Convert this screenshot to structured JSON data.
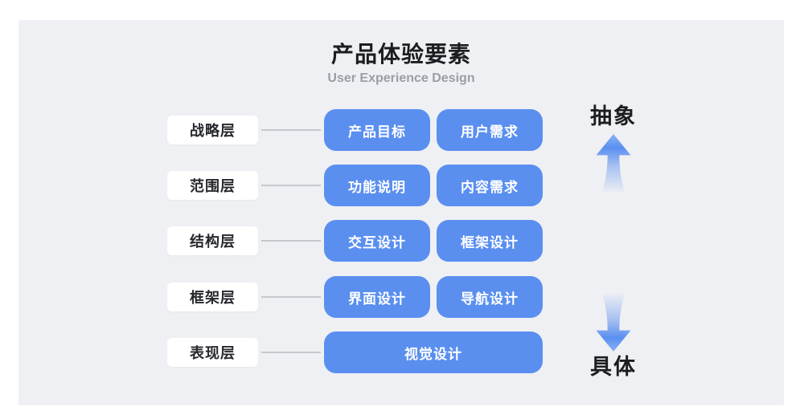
{
  "title": "产品体验要素",
  "subtitle": "User Experience Design",
  "colors": {
    "background": "#ffffff",
    "panel": "#eff0f3",
    "primary": "#5a8ff0",
    "line": "#c5c8cd",
    "text_dark": "#1b1d21",
    "text_subtitle": "#9b9ea3",
    "box_text": "#ffffff",
    "label_text": "#26282d"
  },
  "rows": [
    {
      "layer": "战略层",
      "items": [
        "产品目标",
        "用户需求"
      ]
    },
    {
      "layer": "范围层",
      "items": [
        "功能说明",
        "内容需求"
      ]
    },
    {
      "layer": "结构层",
      "items": [
        "交互设计",
        "框架设计"
      ]
    },
    {
      "layer": "框架层",
      "items": [
        "界面设计",
        "导航设计"
      ]
    },
    {
      "layer": "表现层",
      "items": [
        "视觉设计"
      ]
    }
  ],
  "axis": {
    "top_label": "抽象",
    "bottom_label": "具体",
    "up_arrow": "up-arrow",
    "down_arrow": "down-arrow"
  }
}
